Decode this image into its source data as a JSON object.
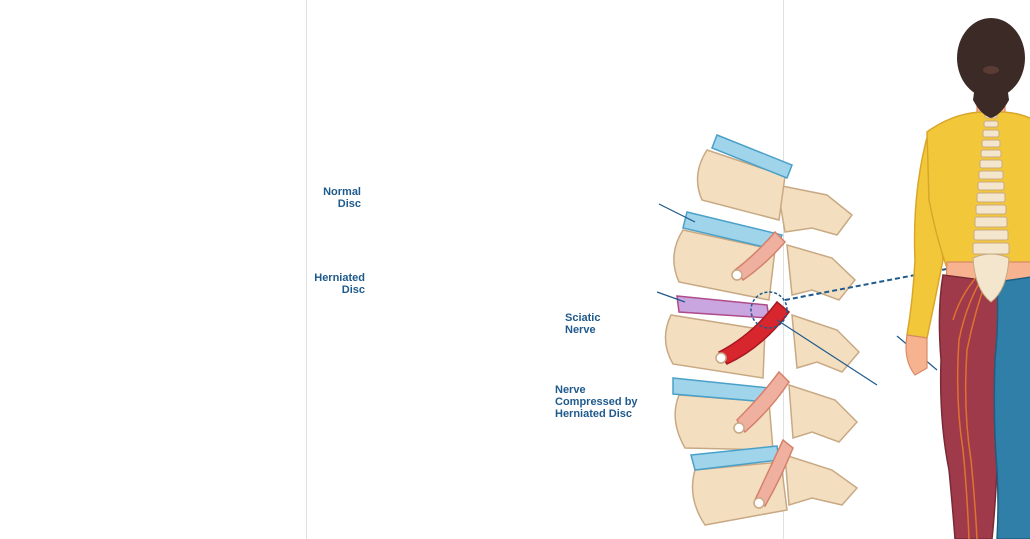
{
  "labels": {
    "normal_disc": [
      "Normal",
      "Disc"
    ],
    "herniated_disc": [
      "Herniated",
      "Disc"
    ],
    "nerve_compressed": [
      "Nerve",
      "Compressed by",
      "Herniated Disc"
    ],
    "sciatic_nerve": [
      "Sciatic",
      "Nerve"
    ]
  },
  "colors": {
    "bone": "#f3dfc0",
    "bone_outline": "#c8a983",
    "disc": "#9fd4ea",
    "herniated": "#c9a6e0",
    "nerve_root": "#f0b0a0",
    "compressed_nerve": "#d8262e",
    "shirt": "#f3c73a",
    "left_leg_inflamed": "#9e3a4a",
    "right_leg": "#2f7fa8",
    "hair": "#3b2a26",
    "skin": "#f7b38f",
    "label_text": "#1f5a8c",
    "nerve_line": "#e0722e"
  }
}
